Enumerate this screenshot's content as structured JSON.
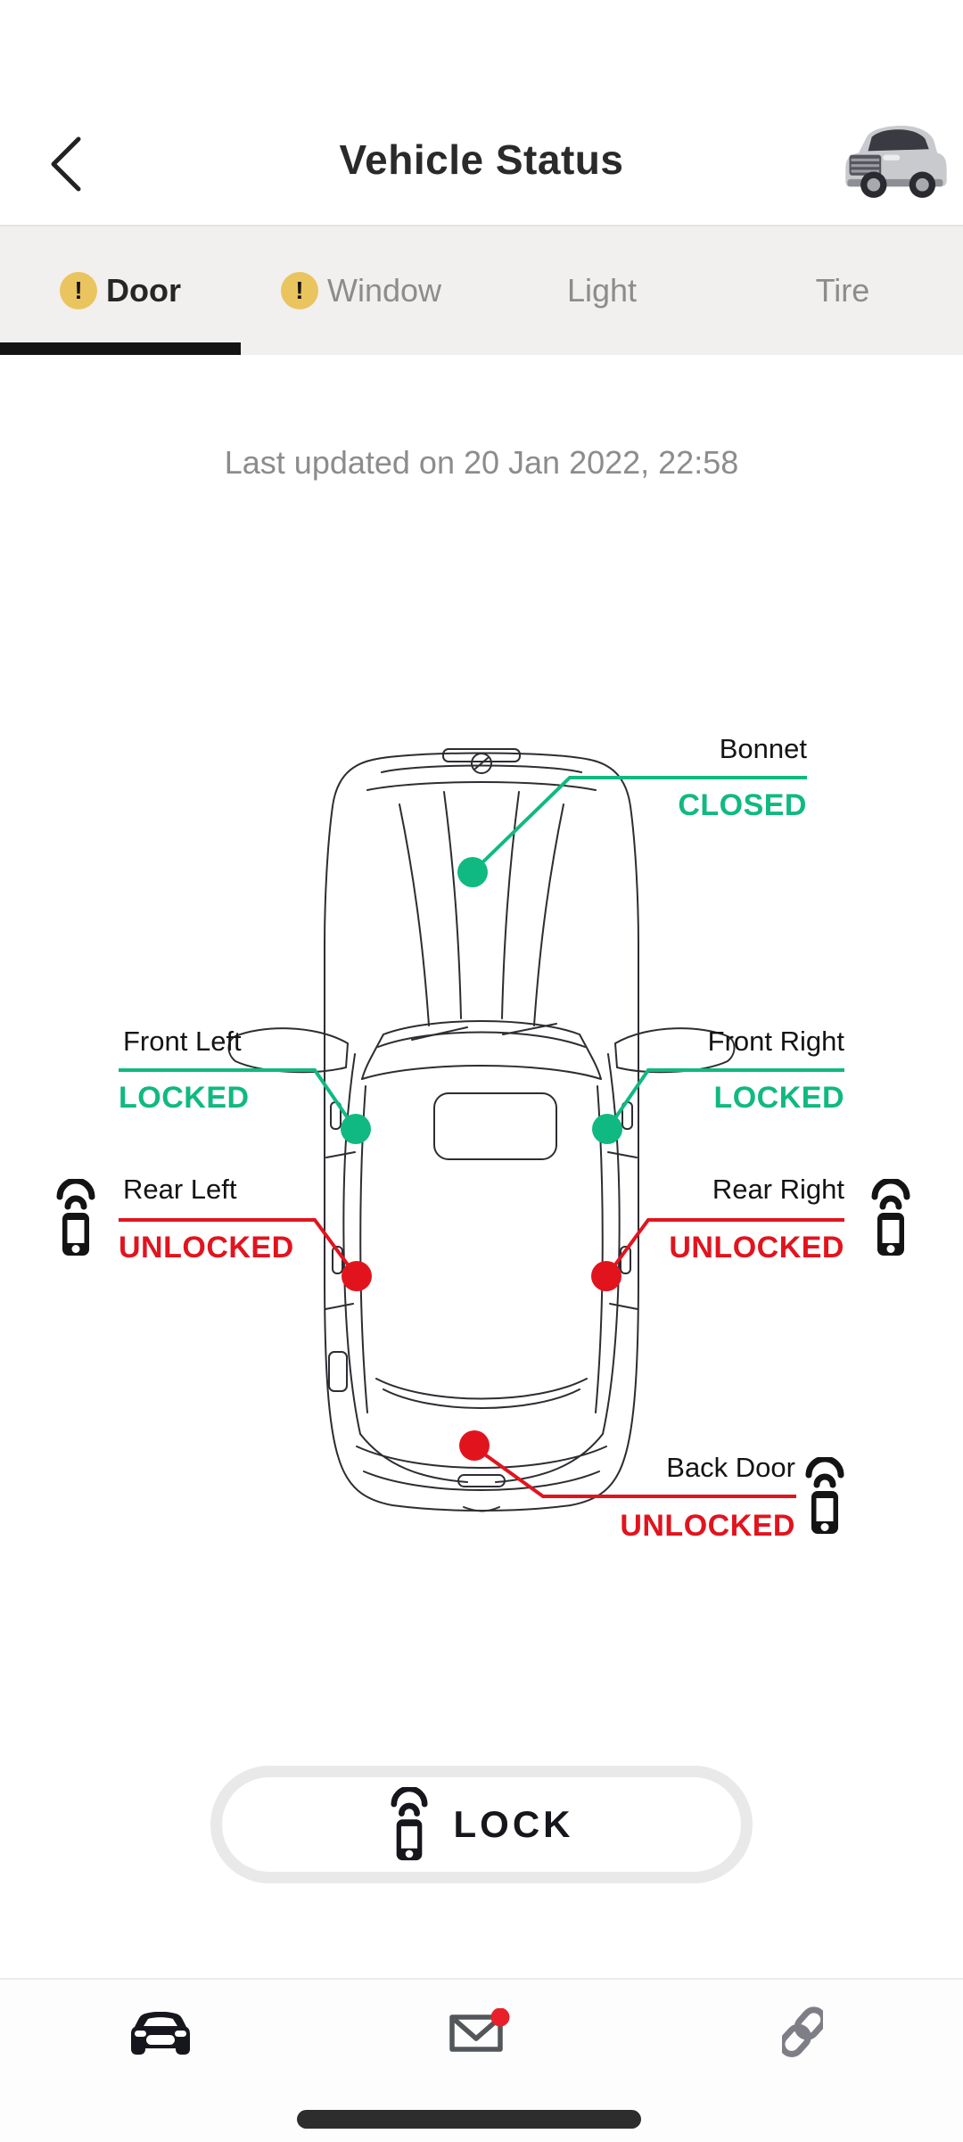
{
  "header": {
    "title": "Vehicle Status",
    "back_icon": "chevron-left-icon",
    "vehicle_image": "silver-suv-photo-thumbnail"
  },
  "tabs": [
    {
      "label": "Door",
      "active": true,
      "alert": true,
      "alert_glyph": "!"
    },
    {
      "label": "Window",
      "active": false,
      "alert": true,
      "alert_glyph": "!"
    },
    {
      "label": "Light",
      "active": false,
      "alert": false
    },
    {
      "label": "Tire",
      "active": false,
      "alert": false
    }
  ],
  "status_line": "Last updated on 20 Jan 2022, 22:58",
  "diagram": {
    "type": "vehicle-top-view-line-art",
    "points": [
      {
        "label": "Bonnet",
        "status": "CLOSED",
        "status_color": "#10B981",
        "side": "right",
        "remote_icon": false
      },
      {
        "label": "Front Left",
        "status": "LOCKED",
        "status_color": "#10B981",
        "side": "left",
        "remote_icon": false
      },
      {
        "label": "Front Right",
        "status": "LOCKED",
        "status_color": "#10B981",
        "side": "right",
        "remote_icon": false
      },
      {
        "label": "Rear Left",
        "status": "UNLOCKED",
        "status_color": "#E1141E",
        "side": "left",
        "remote_icon": true
      },
      {
        "label": "Rear Right",
        "status": "UNLOCKED",
        "status_color": "#E1141E",
        "side": "right",
        "remote_icon": true
      },
      {
        "label": "Back Door",
        "status": "UNLOCKED",
        "status_color": "#E1141E",
        "side": "bottom-right",
        "remote_icon": true
      }
    ]
  },
  "lock_button": {
    "label": "LOCK",
    "icon": "remote-key-icon"
  },
  "bottom_nav": {
    "items": [
      {
        "icon": "car-icon",
        "active": true
      },
      {
        "icon": "mail-icon",
        "unread_badge": true
      },
      {
        "icon": "link-icon"
      }
    ]
  },
  "colors": {
    "accent_green": "#10B981",
    "accent_red": "#E1141E",
    "alert_yellow": "#EAC45E",
    "badge_red": "#E8202A",
    "tab_underline": "#141414",
    "tabbar_bg": "#F1F0EF"
  }
}
